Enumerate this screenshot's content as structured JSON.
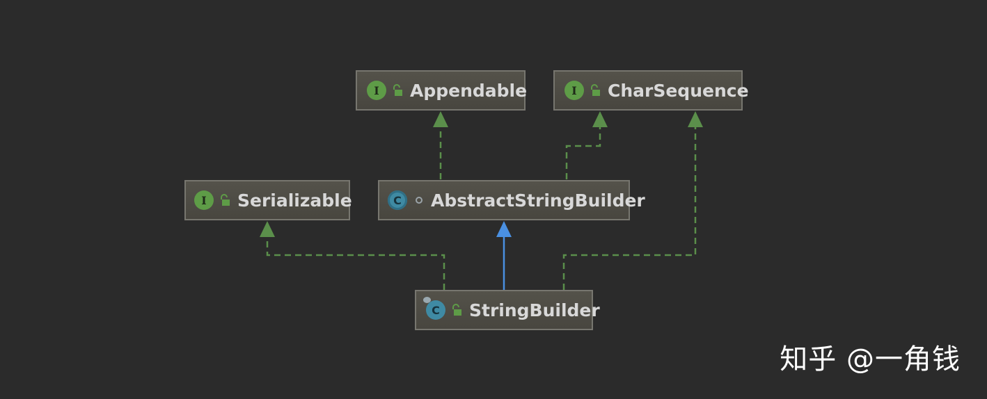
{
  "nodes": {
    "appendable": {
      "label": "Appendable",
      "kind": "interface"
    },
    "charsequence": {
      "label": "CharSequence",
      "kind": "interface"
    },
    "serializable": {
      "label": "Serializable",
      "kind": "interface"
    },
    "abstract_string_builder": {
      "label": "AbstractStringBuilder",
      "kind": "abstract-class"
    },
    "string_builder": {
      "label": "StringBuilder",
      "kind": "class"
    }
  },
  "edges": [
    {
      "from": "AbstractStringBuilder",
      "to": "Appendable",
      "type": "implements"
    },
    {
      "from": "AbstractStringBuilder",
      "to": "CharSequence",
      "type": "implements"
    },
    {
      "from": "StringBuilder",
      "to": "Serializable",
      "type": "implements"
    },
    {
      "from": "StringBuilder",
      "to": "AbstractStringBuilder",
      "type": "extends"
    },
    {
      "from": "StringBuilder",
      "to": "CharSequence",
      "type": "implements"
    }
  ],
  "badges": {
    "interface_letter": "I",
    "class_letter": "C"
  },
  "colors": {
    "background": "#2b2b2b",
    "implements_edge": "#5b8f4b",
    "extends_edge": "#4a90e2",
    "interface_badge": "#5e9c47",
    "class_badge": "#3f8aa3"
  },
  "watermark": "知乎 @一角钱"
}
